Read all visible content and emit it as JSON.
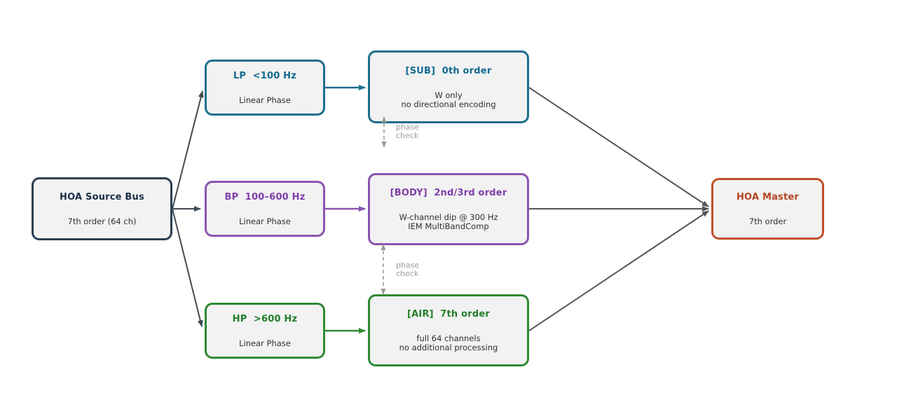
{
  "diagram": {
    "nodes": [
      {
        "id": "source",
        "title": "HOA Source Bus",
        "body": [
          "7th order (64 ch)"
        ]
      },
      {
        "id": "lp",
        "title": "LP  <100 Hz",
        "body": [
          "Linear Phase"
        ]
      },
      {
        "id": "bp",
        "title": "BP  100–600 Hz",
        "body": [
          "Linear Phase"
        ]
      },
      {
        "id": "hp",
        "title": "HP  >600 Hz",
        "body": [
          "Linear Phase"
        ]
      },
      {
        "id": "sub",
        "title": "[SUB]  0th order",
        "body": [
          "W only",
          "no directional encoding"
        ]
      },
      {
        "id": "body",
        "title": "[BODY]  2nd/3rd order",
        "body": [
          "W-channel dip @ 300 Hz",
          "IEM MultiBandComp"
        ]
      },
      {
        "id": "air",
        "title": "[AIR]  7th order",
        "body": [
          "full 64 channels",
          "no additional processing"
        ]
      },
      {
        "id": "master",
        "title": "HOA Master",
        "body": [
          "7th order"
        ]
      }
    ],
    "edge_labels": [
      {
        "id": "phase-check-1",
        "lines": [
          "phase",
          "check"
        ]
      },
      {
        "id": "phase-check-2",
        "lines": [
          "phase",
          "check"
        ]
      }
    ],
    "colors": {
      "node_fill": "#f2f2f2",
      "navy": "#2b3e52",
      "teal": "#1e6e8e",
      "purple": "#8a55b0",
      "green": "#2f8b33",
      "orange": "#c14f28",
      "edge_dark": "#424b55",
      "edge_gray": "#555555",
      "dashed_gray": "#a6a6a6",
      "label_gray": "#9c9c9c",
      "body_text": "#2f2f2f"
    }
  }
}
